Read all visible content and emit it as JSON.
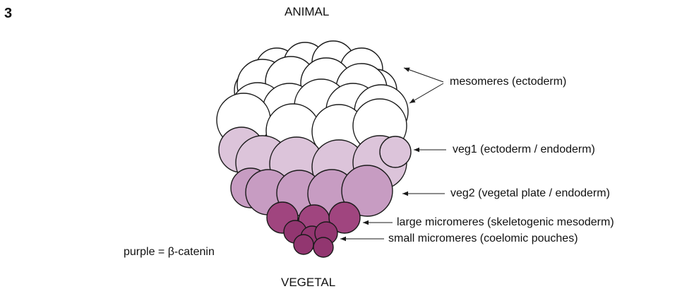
{
  "figure": {
    "panel_number": "3",
    "animal_pole": "ANIMAL",
    "vegetal_pole": "VEGETAL",
    "legend": "purple = β-catenin"
  },
  "labels": {
    "mesomeres": "mesomeres  (ectoderm)",
    "veg1": "veg1  (ectoderm / endoderm)",
    "veg2": "veg2  (vegetal plate / endoderm)",
    "large_micromeres": "large micromeres  (skeletogenic mesoderm)",
    "small_micromeres": "small micromeres  (coelomic pouches)"
  },
  "colors": {
    "mesomeres": "#ffffff",
    "veg1": "#dcc4da",
    "veg2": "#c79cc2",
    "large_micromeres": "#a0457f",
    "small_micromeres": "#923670",
    "outline": "#1a1a1a"
  }
}
